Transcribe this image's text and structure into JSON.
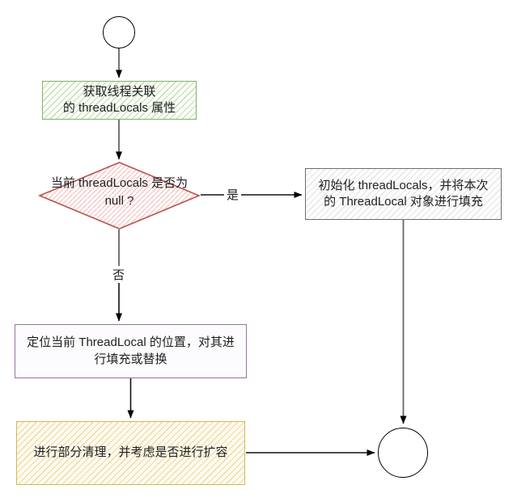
{
  "diagram": {
    "type": "flowchart",
    "topic": "ThreadLocal set 流程",
    "nodes": {
      "start": {
        "shape": "circle",
        "label": ""
      },
      "get_threadlocals": {
        "shape": "rectangle",
        "line1": "获取线程关联",
        "line2": "的 threadLocals 属性",
        "fill": "#d5e8d4",
        "border": "#82b366"
      },
      "null_check": {
        "shape": "diamond",
        "line1": "当前 threadLocals 是否为",
        "line2": "null ?",
        "fill": "#f8cecc",
        "border": "#b85450"
      },
      "init_threadlocals": {
        "shape": "rectangle",
        "line1": "初始化 threadLocals，并将本次",
        "line2": "的 ThreadLocal 对象进行填充",
        "fill": "#ffffff",
        "border": "#666666"
      },
      "locate_fill": {
        "shape": "rectangle",
        "line1": "定位当前 ThreadLocal 的位置，对其进",
        "line2": "行填充或替换",
        "fill": "#e1d5e7",
        "border": "#9673a6"
      },
      "cleanup_expand": {
        "shape": "rectangle",
        "line1": "进行部分清理，并考虑是否进行扩容",
        "fill": "#fff2cc",
        "border": "#d6b656"
      },
      "end": {
        "shape": "circle",
        "label": ""
      }
    },
    "edge_labels": {
      "yes": "是",
      "no": "否"
    },
    "edge_color": "#666666",
    "arrow_color": "#000000"
  }
}
